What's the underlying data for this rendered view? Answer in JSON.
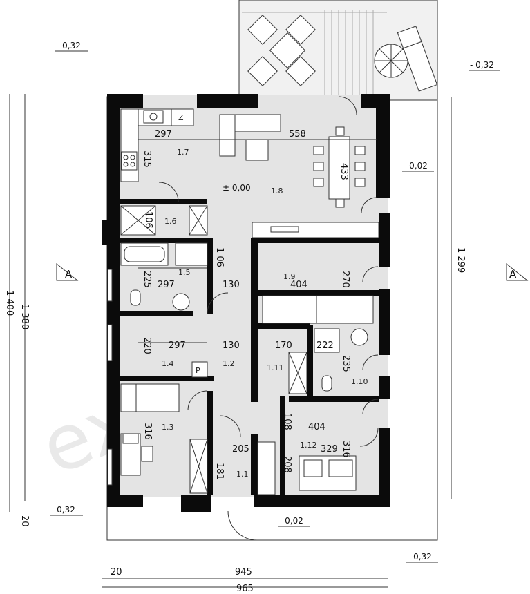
{
  "watermark": "extradom",
  "section_marker": "A",
  "levels": {
    "terrace_left": "- 0,32",
    "right_upper": "- 0,32",
    "right_mid": "- 0,02",
    "left_bottom": "- 0,32",
    "bottom_center": "- 0,02",
    "bottom_right": "- 0,32",
    "floor_zero": "± 0,00"
  },
  "dimensions": {
    "overall_width": "965",
    "inner_width": "945",
    "wall_offset": "20",
    "left_outer": "1 400",
    "left_inner": "1 380",
    "left_small": "20",
    "right_outer": "1 299",
    "d297_top": "297",
    "d558": "558",
    "d315_top": "315",
    "d433": "433",
    "d106_a": "106",
    "d106_b": "1 06",
    "d225": "225",
    "d297_mid": "297",
    "d130_a": "130",
    "d404_a": "404",
    "d270": "270",
    "d297_low": "297",
    "d220": "220",
    "d130_b": "130",
    "d170": "170",
    "d222": "222",
    "d235": "235",
    "d316_left": "316",
    "d108": "108",
    "d404_b": "404",
    "d205": "205",
    "d181": "181",
    "d329": "329",
    "d316_right": "316",
    "d208": "208"
  },
  "rooms": {
    "r1_1": "1.1",
    "r1_2": "1.2",
    "r1_3": "1.3",
    "r1_4": "1.4",
    "r1_5": "1.5",
    "r1_6": "1.6",
    "r1_7": "1.7",
    "r1_8": "1.8",
    "r1_9": "1.9",
    "r1_10": "1.10",
    "r1_11": "1.11",
    "r1_12": "1.12"
  },
  "symbols": {
    "fridge": "Z",
    "boiler": "P"
  }
}
